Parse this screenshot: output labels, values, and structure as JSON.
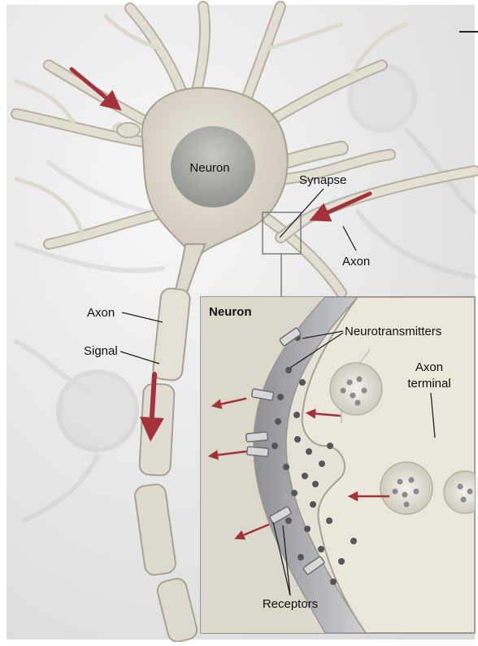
{
  "labels": {
    "neuron_main": "Neuron",
    "synapse": "Synapse",
    "axon_right": "Axon",
    "axon_left": "Axon",
    "signal": "Signal",
    "inset_title": "Neuron",
    "neurotransmitters": "Neurotransmitters",
    "axon_terminal_line1": "Axon",
    "axon_terminal_line2": "terminal",
    "receptors": "Receptors"
  },
  "colors": {
    "background": "#e9e9e9",
    "neuron_fill": "#dcd8cc",
    "neuron_stroke": "#b3ac9d",
    "nucleus": "#a9a9a6",
    "arrow": "#a3323a",
    "synaptic_cleft": "#a7a8ac",
    "vesicle_dot": "#555559",
    "receptor": "#d8d8d8"
  }
}
